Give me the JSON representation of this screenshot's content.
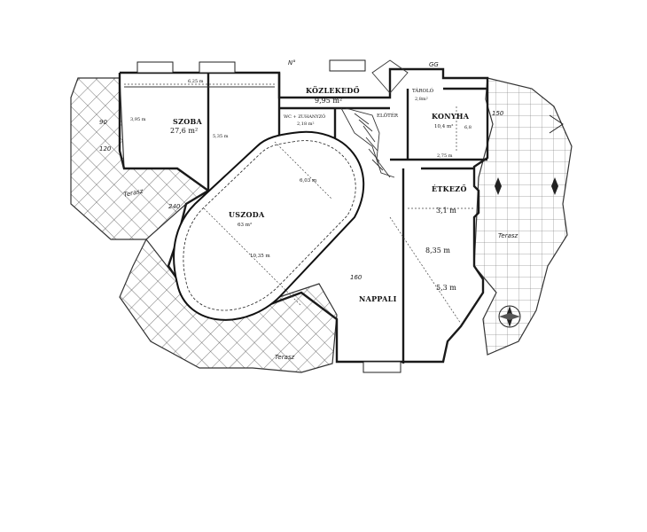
{
  "rooms": {
    "kozlekedo": {
      "name": "KÖZLEKEDŐ",
      "area": "9,95 m²"
    },
    "szoba": {
      "name": "SZOBA",
      "area": "27,6 m²"
    },
    "wc": {
      "name": "WC + ZUHANYZÓ",
      "area": "2,18 m²"
    },
    "eloter": {
      "name": "ELŐTÉR"
    },
    "tarolo": {
      "name": "TÁROLÓ",
      "area": "2,8m²"
    },
    "konyha": {
      "name": "KONYHA",
      "area": "10,4 m²"
    },
    "uszoda": {
      "name": "USZODA",
      "area": "63 m²"
    },
    "etkezo": {
      "name": "ÉTKEZŐ"
    },
    "nappali": {
      "name": "NAPPALI"
    }
  },
  "dimensions": {
    "szoba_width": "6,25 m",
    "szoba_height": "5,35 m",
    "szoba_side": "3,95 m",
    "pool_width": "6,03 m",
    "pool_length": "10,35 m",
    "etkezo_width": "3,1 m",
    "nappali_length": "8,35 m",
    "nappali_width": "5,3 m",
    "konyha_width": "2,75 m",
    "konyha_side": "6,8"
  },
  "annotations": {
    "north_mark": "N°",
    "terasz_left": "Terasz",
    "terasz_right": "Terasz",
    "terasz_bottom": "Terasz",
    "gg": "GG",
    "hand_90": "90",
    "hand_120": "120",
    "hand_150": "150",
    "hand_240": "240",
    "hand_160": "160"
  },
  "colors": {
    "line": "#1a1a1a",
    "background": "#ffffff"
  }
}
